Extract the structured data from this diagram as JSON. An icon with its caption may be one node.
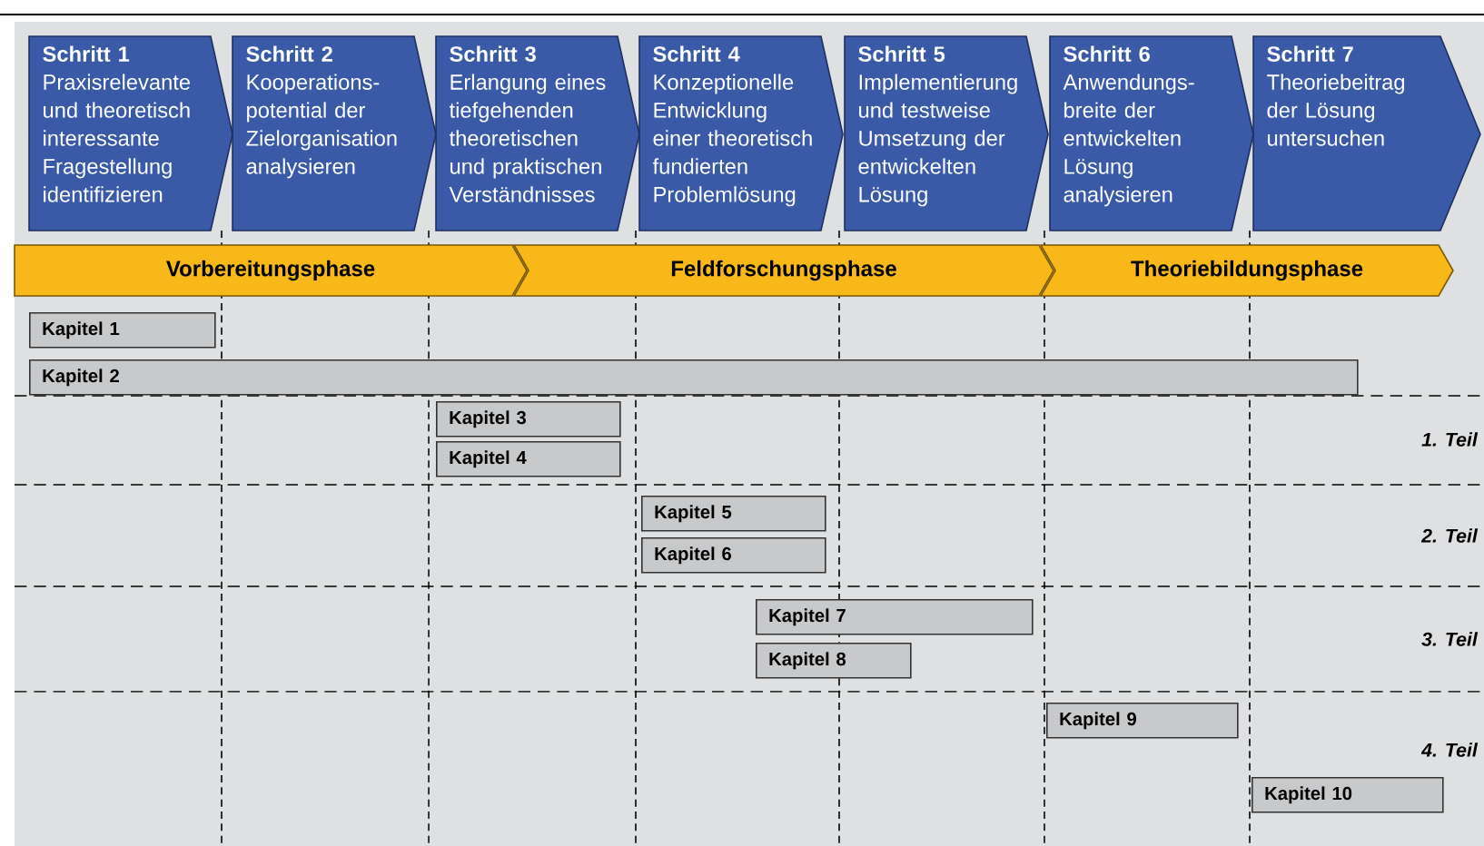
{
  "diagram": {
    "nodes": [
      {
        "text": [
          "Schritt 1",
          "Praxisrelevante und theoretisch interessante Fragestellung identifizieren"
        ]
      },
      {
        "text": [
          "Schritt 2",
          "Kooperations-potential der Zielorganisation analysieren"
        ]
      },
      {
        "text": [
          "Schritt 3",
          "Erlangung eines tiefgehenden theoretischen und praktischen Verständnisses"
        ]
      },
      {
        "text": [
          "Schritt 4",
          "Konzeptionelle Entwicklung einer theoretisch fundierten Problemlösung"
        ]
      },
      {
        "text": [
          "Schritt 5",
          "Implementierung und testweise Umsetzung der entwickelten Lösung"
        ]
      },
      {
        "text": [
          "Schritt 6",
          "Anwendungs-breite der entwickelten Lösung analysieren"
        ]
      },
      {
        "text": [
          "Schritt 7",
          "Theoriebeitrag der Lösung untersuchen"
        ]
      },
      {
        "text": [
          "Vorbereitungsphase"
        ]
      },
      {
        "text": [
          "Feldforschungsphase"
        ]
      },
      {
        "text": [
          "Theoriebildungsphase"
        ]
      },
      {
        "text": [
          "Kapitel 1"
        ]
      },
      {
        "text": [
          "Kapitel 2"
        ]
      },
      {
        "text": [
          "Kapitel 3"
        ]
      },
      {
        "text": [
          "Kapitel 4"
        ]
      },
      {
        "text": [
          "Kapitel 5"
        ]
      },
      {
        "text": [
          "Kapitel 6"
        ]
      },
      {
        "text": [
          "Kapitel 7"
        ]
      },
      {
        "text": [
          "Kapitel 8"
        ]
      },
      {
        "text": [
          "Kapitel 9"
        ]
      },
      {
        "text": [
          "Kapitel 10"
        ]
      }
    ],
    "labels": [
      "1. Teil",
      "2. Teil",
      "3. Teil",
      "4. Teil"
    ]
  }
}
